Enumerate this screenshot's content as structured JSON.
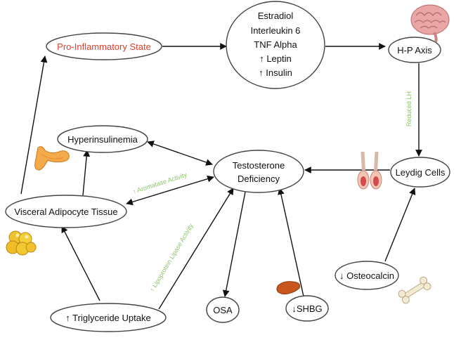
{
  "nodes": {
    "pro_inflammatory": "Pro-Inflammatory State",
    "cytokines": [
      "Estradiol",
      "Interleukin 6",
      "TNF Alpha",
      "↑ Leptin",
      "↑ Insulin"
    ],
    "hp_axis": "H-P Axis",
    "hyperinsulinemia": "Hyperinsulinemia",
    "testosterone": [
      "Testosterone",
      "Deficiency"
    ],
    "leydig": "Leydig Cells",
    "visceral": "Visceral Adipocyte Tissue",
    "osteocalcin": "↓ Osteocalcin",
    "triglyceride": "↑ Triglyceride Uptake",
    "osa": "OSA",
    "shbg": "↓SHBG"
  },
  "edge_labels": {
    "reduced_lh": "Reduced LH",
    "aromatase": "↑ Aromatase Activity",
    "lipoprotein": "↑ Lipoprotein Lipase Activity"
  },
  "icons": [
    "brain-icon",
    "testes-icon",
    "pancreas-icon",
    "fat-cells-icon",
    "bone-icon",
    "liver-icon"
  ],
  "colors": {
    "accent_red": "#e0402f",
    "edge_label_green": "#8cc46a"
  }
}
